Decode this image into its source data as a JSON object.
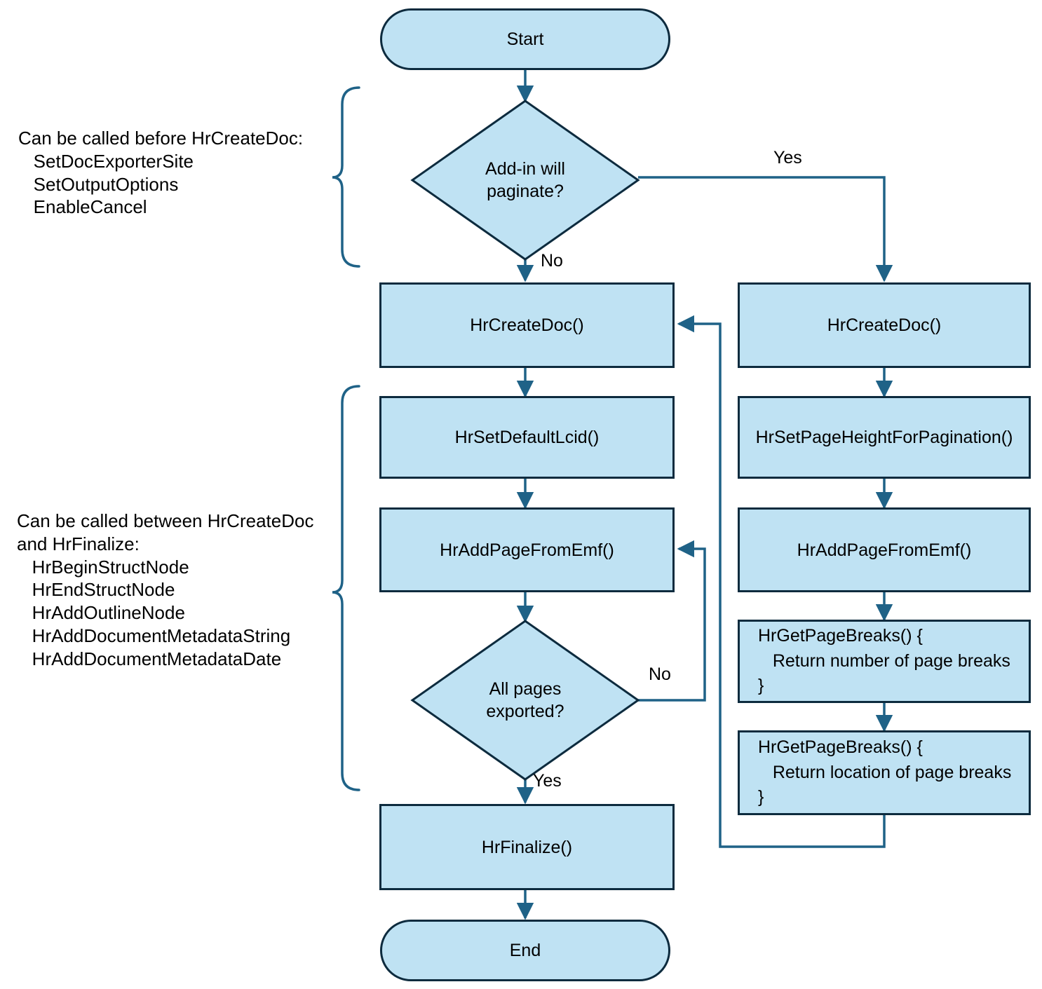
{
  "diagram": {
    "title": "Document export add-in call sequence flowchart",
    "colors": {
      "node_fill": "#bfe2f3",
      "node_border": "#0d2b3e",
      "connector": "#1f6287",
      "text": "#000000",
      "background": "#ffffff"
    }
  },
  "annotations": [
    {
      "id": "before-createdoc",
      "heading": "Can be called before HrCreateDoc:",
      "items": [
        "SetDocExporterSite",
        "SetOutputOptions",
        "EnableCancel"
      ],
      "text": "Can be called before HrCreateDoc:\n   SetDocExporterSite\n   SetOutputOptions\n   EnableCancel"
    },
    {
      "id": "between-createdoc-finalize",
      "heading": "Can be called between HrCreateDoc and HrFinalize:",
      "items": [
        "HrBeginStructNode",
        "HrEndStructNode",
        "HrAddOutlineNode",
        "HrAddDocumentMetadataString",
        "HrAddDocumentMetadataDate"
      ],
      "text": "Can be called between HrCreateDoc\nand HrFinalize:\n   HrBeginStructNode\n   HrEndStructNode\n   HrAddOutlineNode\n   HrAddDocumentMetadataString\n   HrAddDocumentMetadataDate"
    }
  ],
  "nodes": {
    "start": {
      "label": "Start",
      "shape": "terminator"
    },
    "decision_paginate": {
      "label": "Add-in will\npaginate?",
      "shape": "decision"
    },
    "create_doc_left": {
      "label": "HrCreateDoc()",
      "shape": "process"
    },
    "create_doc_right": {
      "label": "HrCreateDoc()",
      "shape": "process"
    },
    "set_default_lcid": {
      "label": "HrSetDefaultLcid()",
      "shape": "process"
    },
    "set_page_height": {
      "label": "HrSetPageHeightForPagination()",
      "shape": "process"
    },
    "add_page_from_emf_left": {
      "label": "HrAddPageFromEmf()",
      "shape": "process"
    },
    "add_page_from_emf_right": {
      "label": "HrAddPageFromEmf()",
      "shape": "process"
    },
    "get_page_breaks_count": {
      "label": "HrGetPageBreaks() {\n   Return number of page breaks\n}",
      "shape": "process"
    },
    "get_page_breaks_location": {
      "label": "HrGetPageBreaks() {\n   Return location of page breaks\n}",
      "shape": "process"
    },
    "decision_all_pages": {
      "label": "All pages\nexported?",
      "shape": "decision"
    },
    "finalize": {
      "label": "HrFinalize()",
      "shape": "process"
    },
    "end": {
      "label": "End",
      "shape": "terminator"
    }
  },
  "edge_labels": {
    "paginate_yes": "Yes",
    "paginate_no": "No",
    "all_pages_no": "No",
    "all_pages_yes": "Yes"
  }
}
